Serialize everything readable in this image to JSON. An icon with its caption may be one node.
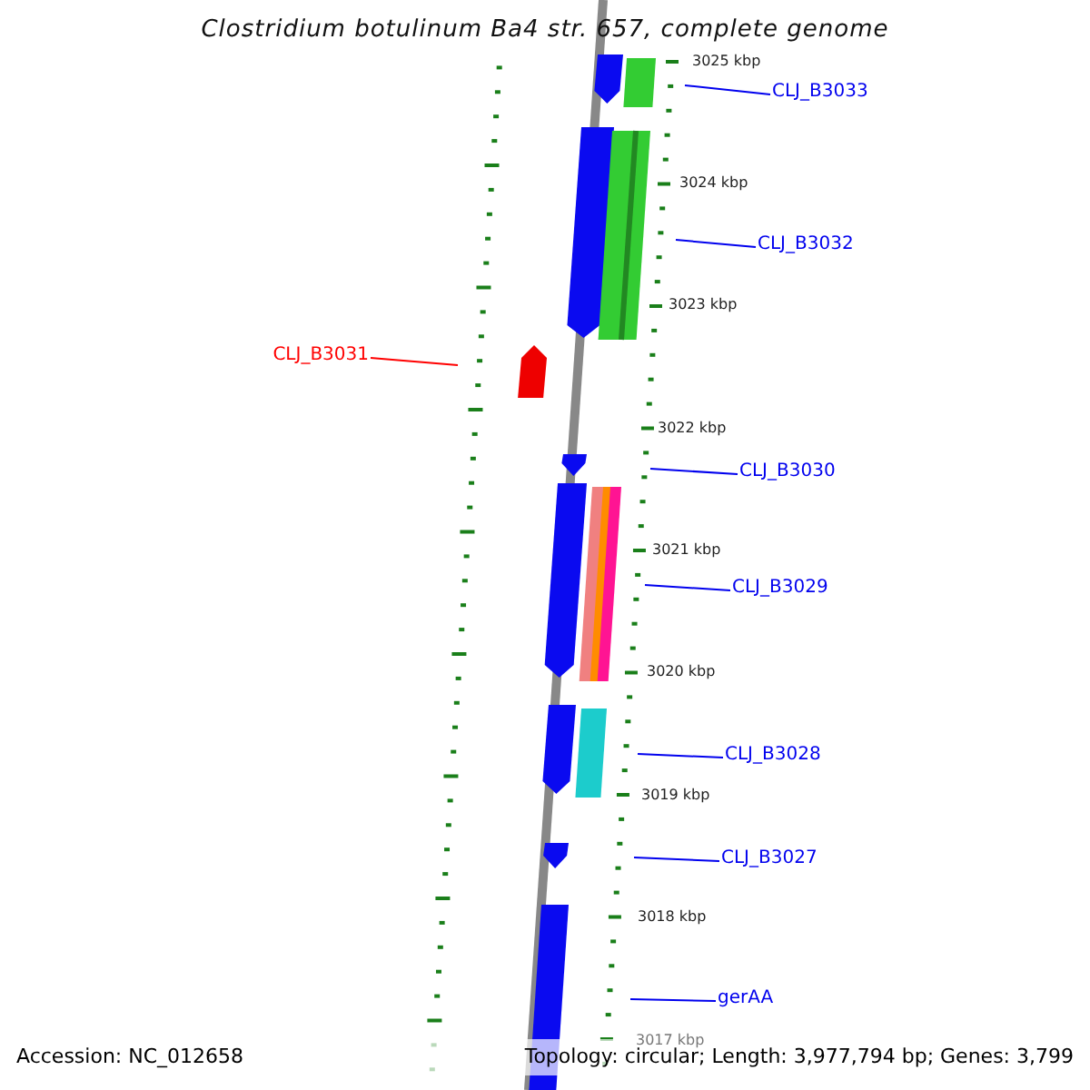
{
  "diagram": {
    "title": "Clostridium botulinum Ba4 str. 657, complete genome",
    "nodes": [
      {
        "text": [
          "CLJ_B3033"
        ]
      },
      {
        "text": [
          "CLJ_B3032"
        ]
      },
      {
        "text": [
          "CLJ_B3031"
        ]
      },
      {
        "text": [
          "CLJ_B3030"
        ]
      },
      {
        "text": [
          "CLJ_B3029"
        ]
      },
      {
        "text": [
          "CLJ_B3028"
        ]
      },
      {
        "text": [
          "CLJ_B3027"
        ]
      },
      {
        "text": [
          "gerAA"
        ]
      }
    ],
    "edges": [
      {
        "from": 0,
        "to": null,
        "arrow": "none"
      },
      {
        "from": 1,
        "to": null,
        "arrow": "none"
      },
      {
        "from": 2,
        "to": null,
        "arrow": "none",
        "color": "#ff0000"
      },
      {
        "from": 3,
        "to": null,
        "arrow": "none"
      },
      {
        "from": 4,
        "to": null,
        "arrow": "none"
      },
      {
        "from": 5,
        "to": null,
        "arrow": "none"
      },
      {
        "from": 6,
        "to": null,
        "arrow": "none"
      },
      {
        "from": 7,
        "to": null,
        "arrow": "none"
      }
    ],
    "labels": [
      "3025 kbp",
      "3024 kbp",
      "3023 kbp",
      "3022 kbp",
      "3021 kbp",
      "3020 kbp",
      "3019 kbp",
      "3018 kbp",
      "3017 kbp",
      "Accession: NC_012658",
      "Topology: circular; Length: 3,977,794 bp; Genes: 3,799"
    ]
  }
}
